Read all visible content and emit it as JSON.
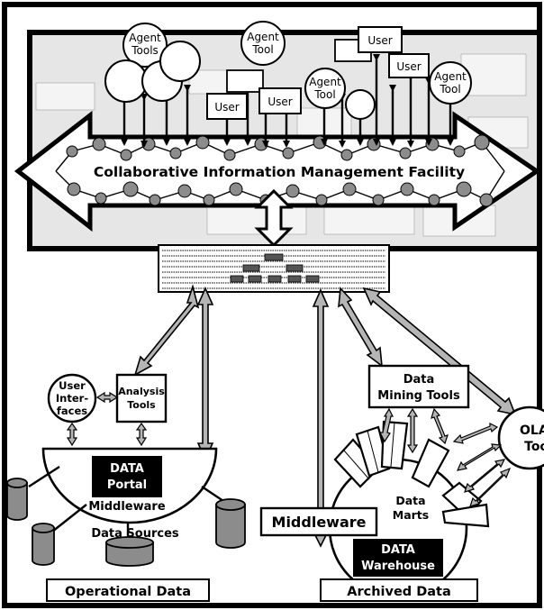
{
  "central_facility": {
    "banner": "Collaborative Information Management Facility",
    "agent_tools_label_line1": "Agent",
    "agent_tools_label_line2": "Tools",
    "agent_tool_label_line1": "Agent",
    "agent_tool_label_line2": "Tool",
    "user_label": "User"
  },
  "operational": {
    "user_interfaces_line1": "User",
    "user_interfaces_line2": "Inter-",
    "user_interfaces_line3": "faces",
    "analysis_tools_line1": "Analysis",
    "analysis_tools_line2": "Tools",
    "portal_line1": "DATA",
    "portal_line2": "Portal",
    "middleware": "Middleware",
    "data_sources": "Data Sources",
    "caption": "Operational Data"
  },
  "archived": {
    "data_mining_line1": "Data",
    "data_mining_line2": "Mining Tools",
    "olap_line1": "OLAP",
    "olap_line2": "Tool",
    "data_marts_line1": "Data",
    "data_marts_line2": "Marts",
    "middleware": "Middleware",
    "warehouse_line1": "DATA",
    "warehouse_line2": "Warehouse",
    "caption": "Archived Data"
  },
  "colors": {
    "ink": "#000000",
    "paper": "#ffffff",
    "panel_gray": "#e6e6e6",
    "node_gray": "#8c8c8c",
    "arrow_gray": "#b5b5b5"
  }
}
